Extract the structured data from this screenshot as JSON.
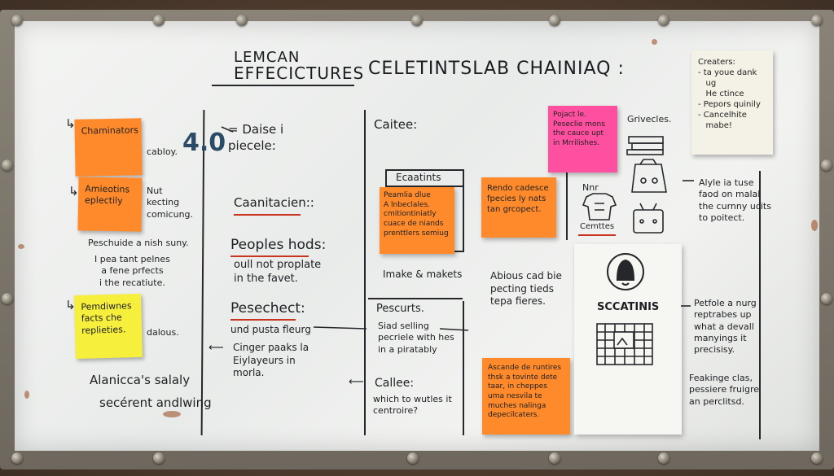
{
  "title": {
    "line1": "LEMCAN",
    "line2": "EFFECICTURES",
    "line3": "CELETINTSLAB CHAINIAQ :"
  },
  "col1": {
    "note1": "Chaminators",
    "note1_side": "cabloy.",
    "note2": "Amieotins\neplectily",
    "note2_side": "Nut\nkecting\ncomicung.",
    "text1": "Peschuide a nish suny.",
    "text2": "I pea tant pelnes\na fene prfects\ni the recatiute.",
    "note3": "Pemdiwnes\nfacts che\nreplieties.",
    "note3_side": "dalous.",
    "text3": "Alanicca's salaly",
    "text4": "secérent andlwing"
  },
  "col2": {
    "big_number": "4.0",
    "big_label": "= Daise i\npiecele:",
    "text1": "Caanitacien::",
    "text2": "Peoples hods:",
    "text3": "oull not proplate\nin the favet.",
    "text4": "Pesechect:",
    "text5": "und pusta fleurg",
    "text6": "Cinger paaks la\nEiylayeurs in\nmorla."
  },
  "col3": {
    "heading": "Caitee:",
    "box_label": "Ecaatints",
    "note1": "Peamlia dlue\nA lnbeclales.\ncmitiontiniatly\ncuace de niands\nprenttlers semiug",
    "text1": "Imake & makets",
    "text2": "Pescurts.",
    "text3": "Siad selling\npecriele with hes\nin a piratably",
    "text4": "Callee:",
    "text5": "which to wutles it\ncentroire?"
  },
  "col4": {
    "note_pink": "Pojact le.\nPeseclie mons\nthe cauce upt\nin Mrrilishes.",
    "note1": "Rendo cadesce\nfpecies ly nats\ntan grcopect.",
    "new_label": "Nnr",
    "icon_label": "Cemttes",
    "text1": "Abious cad bie\npecting tieds\ntepa fieres.",
    "note2": "Ascande de runtires\nthsk a tovinte dete\ntaar, in cheppes\numa nesvila te\nmuches nalinga\ndepecilcaters.",
    "right_heading": "Grivecles.",
    "card_label": "SCCATINIS"
  },
  "col5": {
    "note_cream": "Creaters:\n- ta youe dank\n   ug\n   He ctince\n- Pepors quinily\n- Cancelhite\n   mabe!",
    "text1": "Alyle ia tuse\nfaod on malal\nthe curnny ucits\nto poitect.",
    "text2": "Petfole a nurg\nreptrabes up\nwhat a devall\nmanyings it\nprecisisy.",
    "text3": "Feakinge clas,\npessiere fruigre\nan perclitsd."
  },
  "colors": {
    "orange_note": "#ff8a2b",
    "yellow_note": "#f6ef3c",
    "pink_note": "#ff4fa0",
    "marker_red": "#c8341f",
    "marker_blue": "#2c4b66"
  }
}
